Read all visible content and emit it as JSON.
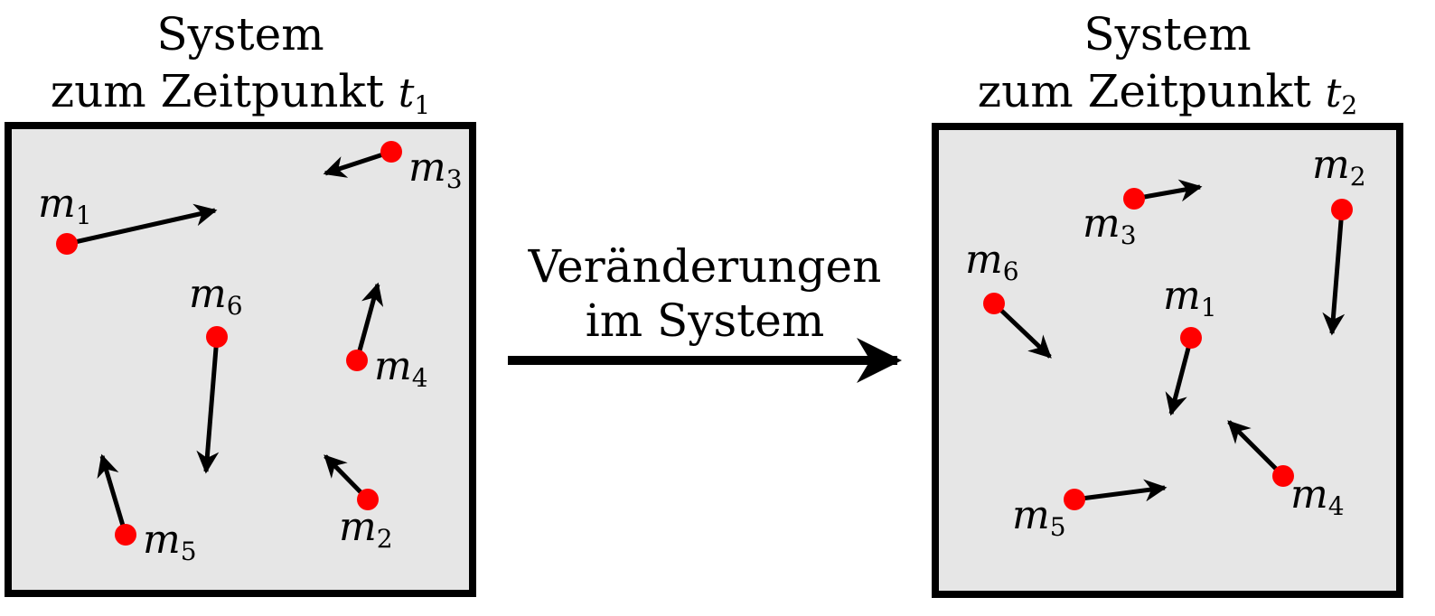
{
  "left_system": {
    "title_line1": "System",
    "title_line2_prefix": "zum Zeitpunkt ",
    "time_var": "t",
    "time_sub": "1",
    "particles": [
      {
        "symbol": "m",
        "index": "1"
      },
      {
        "symbol": "m",
        "index": "3"
      },
      {
        "symbol": "m",
        "index": "6"
      },
      {
        "symbol": "m",
        "index": "4"
      },
      {
        "symbol": "m",
        "index": "5"
      },
      {
        "symbol": "m",
        "index": "2"
      }
    ]
  },
  "right_system": {
    "title_line1": "System",
    "title_line2_prefix": "zum Zeitpunkt ",
    "time_var": "t",
    "time_sub": "2",
    "particles": [
      {
        "symbol": "m",
        "index": "3"
      },
      {
        "symbol": "m",
        "index": "2"
      },
      {
        "symbol": "m",
        "index": "6"
      },
      {
        "symbol": "m",
        "index": "1"
      },
      {
        "symbol": "m",
        "index": "4"
      },
      {
        "symbol": "m",
        "index": "5"
      }
    ]
  },
  "transition": {
    "line1": "Veränderungen",
    "line2": "im System"
  },
  "colors": {
    "box_fill": "#e6e6e6",
    "box_stroke": "#000000",
    "particle": "#ff0000",
    "arrow": "#000000"
  }
}
